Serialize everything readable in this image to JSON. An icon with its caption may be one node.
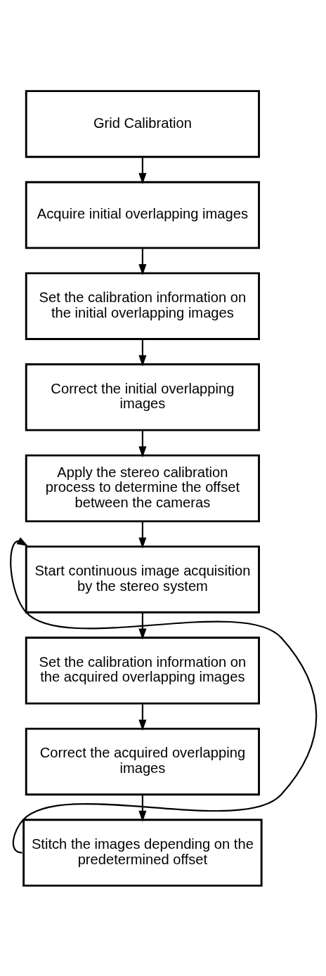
{
  "diagram": {
    "nodes": [
      {
        "text": [
          "Grid Calibration"
        ]
      },
      {
        "text": [
          "Acquire initial overlapping images"
        ]
      },
      {
        "text": [
          "Set the calibration information on the initial overlapping images"
        ]
      },
      {
        "text": [
          "Correct the initial overlapping images"
        ]
      },
      {
        "text": [
          "Apply the stereo calibration process to determine the offset between the cameras"
        ]
      },
      {
        "text": [
          "Start continuous image acquisition by the stereo system"
        ]
      },
      {
        "text": [
          "Set the calibration information on the acquired overlapping images"
        ]
      },
      {
        "text": [
          "Correct the acquired overlapping images"
        ]
      },
      {
        "text": [
          "Stitch the images depending on the predetermined offset"
        ]
      }
    ],
    "edges": [
      {
        "from": 0,
        "to": 1,
        "arrow": "to"
      },
      {
        "from": 1,
        "to": 2,
        "arrow": "to"
      },
      {
        "from": 2,
        "to": 3,
        "arrow": "to"
      },
      {
        "from": 3,
        "to": 4,
        "arrow": "to"
      },
      {
        "from": 4,
        "to": 5,
        "arrow": "to"
      },
      {
        "from": 5,
        "to": 6,
        "arrow": "to"
      },
      {
        "from": 6,
        "to": 7,
        "arrow": "to"
      },
      {
        "from": 7,
        "to": 8,
        "arrow": "to"
      },
      {
        "from": 8,
        "to": 5,
        "arrow": "to"
      }
    ]
  }
}
